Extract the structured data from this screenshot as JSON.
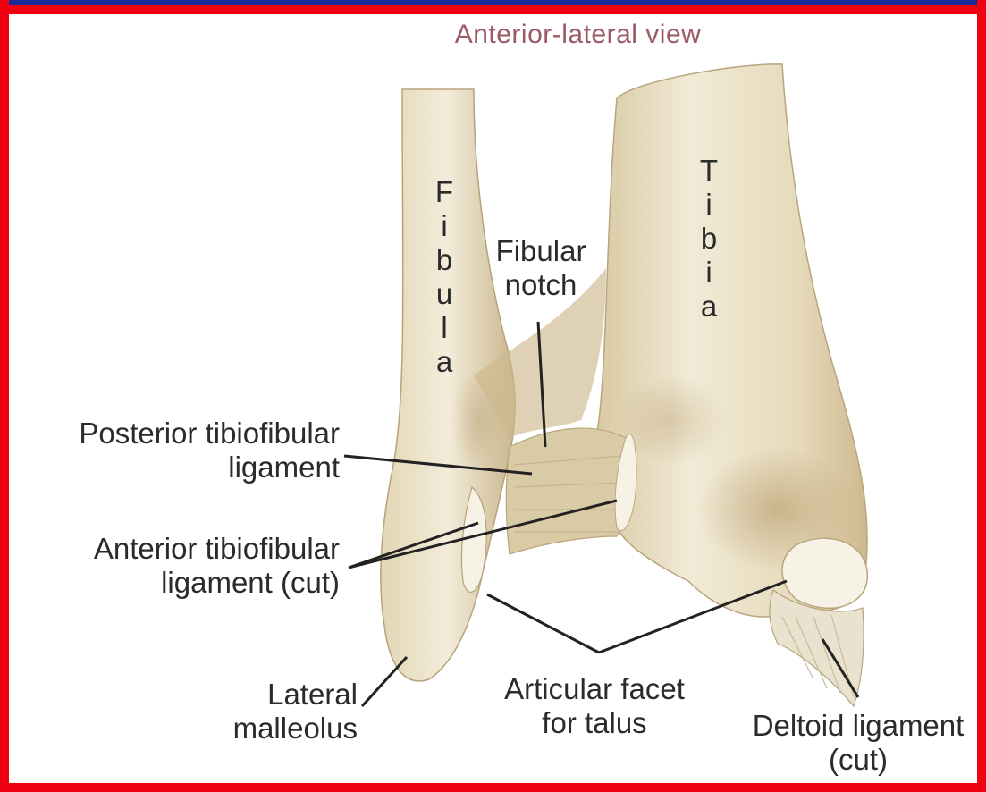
{
  "title": "Anterior-lateral view",
  "bones": {
    "fibula_letters": [
      "F",
      "i",
      "b",
      "u",
      "l",
      "a"
    ],
    "tibia_letters": [
      "T",
      "i",
      "b",
      "i",
      "a"
    ]
  },
  "labels": {
    "fibular_notch": [
      "Fibular",
      "notch"
    ],
    "posterior_tibiofibular": [
      "Posterior tibiofibular",
      "ligament"
    ],
    "anterior_tibiofibular": [
      "Anterior tibiofibular",
      "ligament (cut)"
    ],
    "lateral_malleolus": [
      "Lateral",
      "malleolus"
    ],
    "articular_facet": [
      "Articular facet",
      "for talus"
    ],
    "deltoid_ligament": [
      "Deltoid ligament",
      "(cut)"
    ]
  },
  "colors": {
    "border": "#f00010",
    "top_strip": "#1a2a9a",
    "bone": "#e9dfc4",
    "bone_shade": "#c9b58c",
    "title": "#9a5a66",
    "leader": "#222222"
  }
}
